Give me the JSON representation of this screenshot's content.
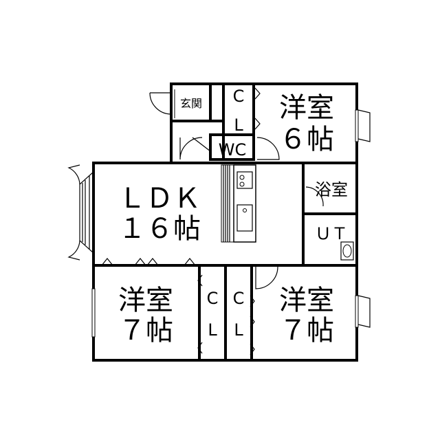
{
  "rooms": {
    "entrance": "玄関",
    "cl_top_c": "C",
    "cl_top_l": "L",
    "wc": "WC",
    "western_top": {
      "name": "洋室",
      "size": "６帖"
    },
    "ldk": {
      "name": "ＬＤＫ",
      "size": "１６帖"
    },
    "bath": "浴室",
    "ut": "ＵＴ",
    "western_bl": {
      "name": "洋室",
      "size": "７帖"
    },
    "cl_left_c": "C",
    "cl_left_l": "L",
    "cl_right_c": "C",
    "cl_right_l": "L",
    "western_br": {
      "name": "洋室",
      "size": "７帖"
    }
  }
}
